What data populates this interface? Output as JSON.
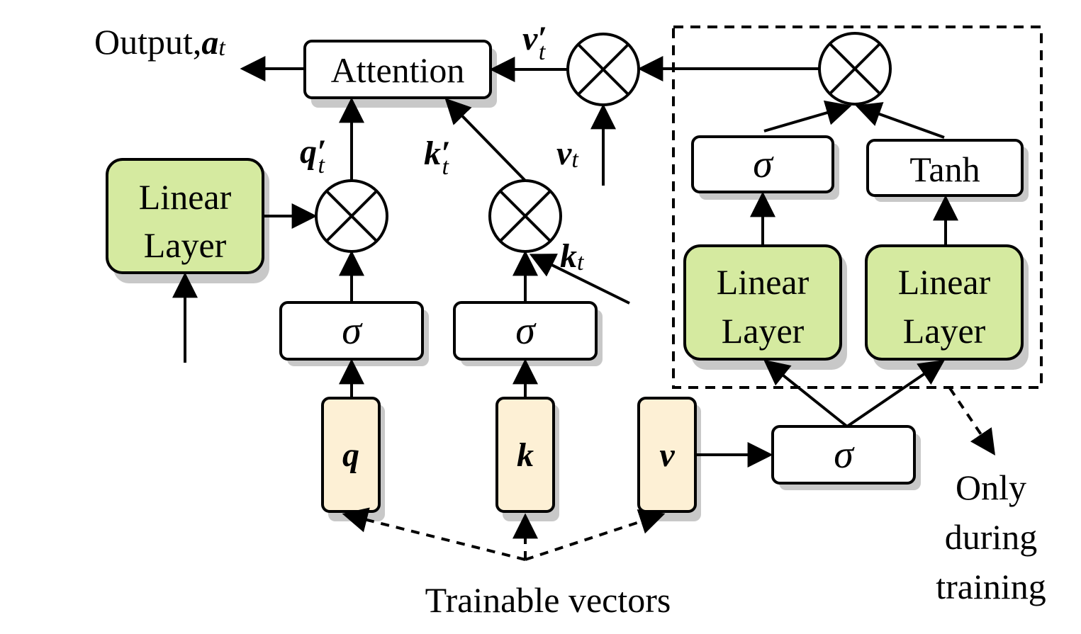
{
  "output_label": "Output,",
  "output_symbol": "a",
  "output_sub": "t",
  "attention_label": "Attention",
  "linear_layer_line1": "Linear",
  "linear_layer_line2": "Layer",
  "sigma": "σ",
  "tanh_label": "Tanh",
  "q_label": "q",
  "k_label": "k",
  "v_label": "v",
  "q_prime": "q′",
  "k_prime": "k′",
  "v_prime": "v′",
  "k_t": "k",
  "v_t": "v",
  "t_sub": "t",
  "trainable_vectors": "Trainable vectors",
  "only_during_training": [
    "Only",
    "during",
    "training"
  ],
  "colors": {
    "linear_fill": "#d5eaa0",
    "vector_fill": "#fdf0d5",
    "shadow": "#c8c8c8",
    "stroke": "#000000"
  }
}
